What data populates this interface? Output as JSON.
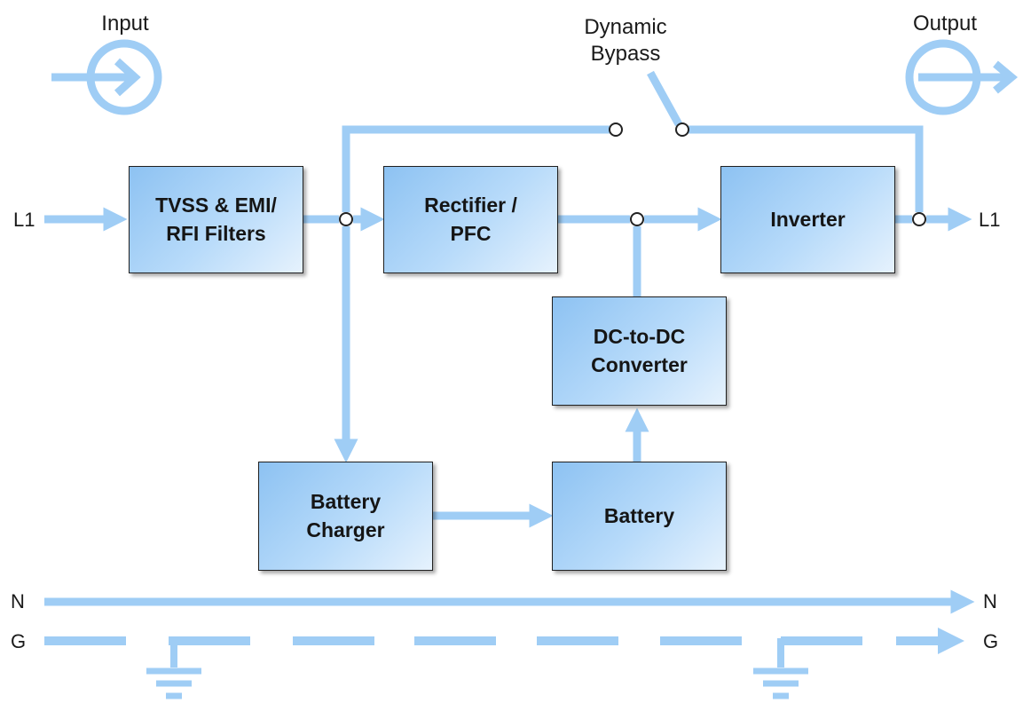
{
  "headers": {
    "input": "Input",
    "output": "Output",
    "bypass_line1": "Dynamic",
    "bypass_line2": "Bypass"
  },
  "terminals": {
    "l1_in": "L1",
    "l1_out": "L1",
    "n_in": "N",
    "n_out": "N",
    "g_in": "G",
    "g_out": "G"
  },
  "blocks": {
    "tvss": [
      "TVSS & EMI/",
      "RFI Filters"
    ],
    "rectifier": [
      "Rectifier /",
      "PFC"
    ],
    "inverter": [
      "Inverter"
    ],
    "dcdc": [
      "DC-to-DC",
      "Converter"
    ],
    "charger": [
      "Battery",
      "Charger"
    ],
    "battery": [
      "Battery"
    ]
  },
  "colors": {
    "line": "#9fcdf5",
    "node_stroke": "#222222",
    "box_border": "#202020"
  },
  "icons": {
    "input": "input-circle-arrow-icon",
    "output": "output-circle-arrow-icon",
    "ground": "ground-symbol-icon"
  }
}
